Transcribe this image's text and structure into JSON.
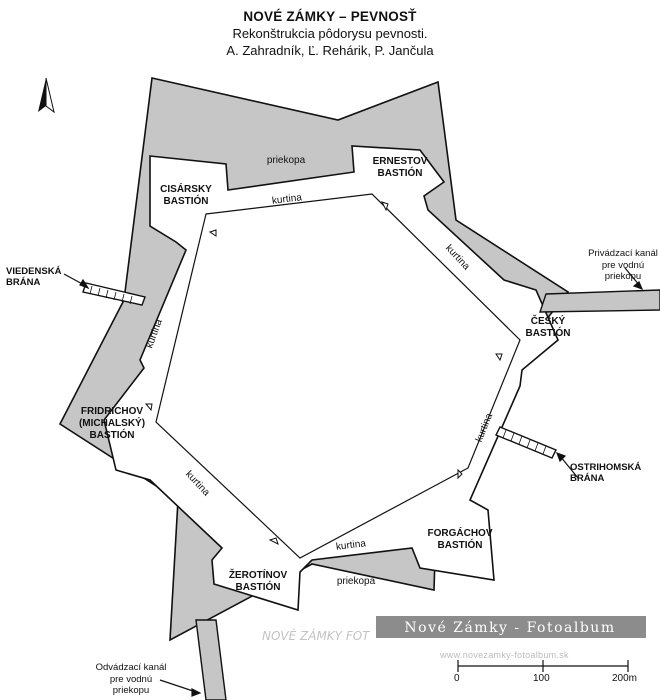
{
  "header": {
    "title": "NOVÉ ZÁMKY – PEVNOSŤ",
    "line1": "Rekonštrukcia pôdorysu pevnosti.",
    "line2": "A. Zahradník, Ľ. Rehárik, P. Jančula"
  },
  "bastions": {
    "cisarsky": "CISÁRSKY\nBASTIÓN",
    "ernestov": "ERNESTOV\nBASTIÓN",
    "cesky": "ČESKÝ\nBASTIÓN",
    "forgachov": "FORGÁCHOV\nBASTIÓN",
    "zerotinov": "ŽEROTÍNOV\nBASTIÓN",
    "fridrichov": "FRIDRICHOV\n(MICHALSKÝ)\nBASTIÓN"
  },
  "features": {
    "priekopa": "priekopa",
    "kurtina": "kurtina"
  },
  "gates": {
    "viedenska": "VIEDENSKÁ\nBRÁNA",
    "ostrihomska": "OSTRIHOMSKÁ\nBRÁNA"
  },
  "canals": {
    "privadzaci": "Privádzací kanál\npre vodnú\npriekopu",
    "odvadzaci": "Odvádzací kanál\npre vodnú\npriekopu"
  },
  "scale": {
    "ticks": [
      "0",
      "100",
      "200m"
    ]
  },
  "watermark": {
    "album": "Nové Zámky - Fotoalbum",
    "logo": "NOVÉ ZÁMKY FOTOALBUM",
    "url": "www.novezamky-fotoalbum.sk"
  },
  "colors": {
    "moat": "#c6c6c6",
    "ink": "#111111",
    "paper": "#ffffff"
  },
  "icons": {
    "north": "north-arrow-icon"
  }
}
